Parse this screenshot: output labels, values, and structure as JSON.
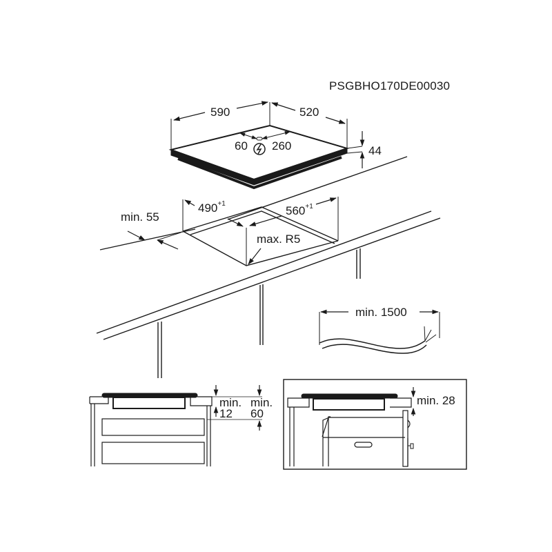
{
  "document_code": "PSGBHO170DE00030",
  "hob": {
    "width": "590",
    "depth": "520",
    "height": "44",
    "cable_left_offset": "60",
    "cable_right_offset": "260",
    "power_icon": "electric-connection-icon"
  },
  "cutout": {
    "width": "490",
    "width_tolerance": "+1",
    "depth": "560",
    "depth_tolerance": "+1",
    "front_distance": "min. 55",
    "corner_radius": "max. R5"
  },
  "cable": {
    "length": "min. 1500"
  },
  "section_drawer": {
    "gap_label_line1": "min.",
    "gap_label_line2": "12",
    "clearance_label_line1": "min.",
    "clearance_label_line2": "60"
  },
  "section_oven": {
    "clearance_label": "min. 28"
  },
  "colors": {
    "line": "#1a1a1a",
    "background": "#ffffff"
  }
}
